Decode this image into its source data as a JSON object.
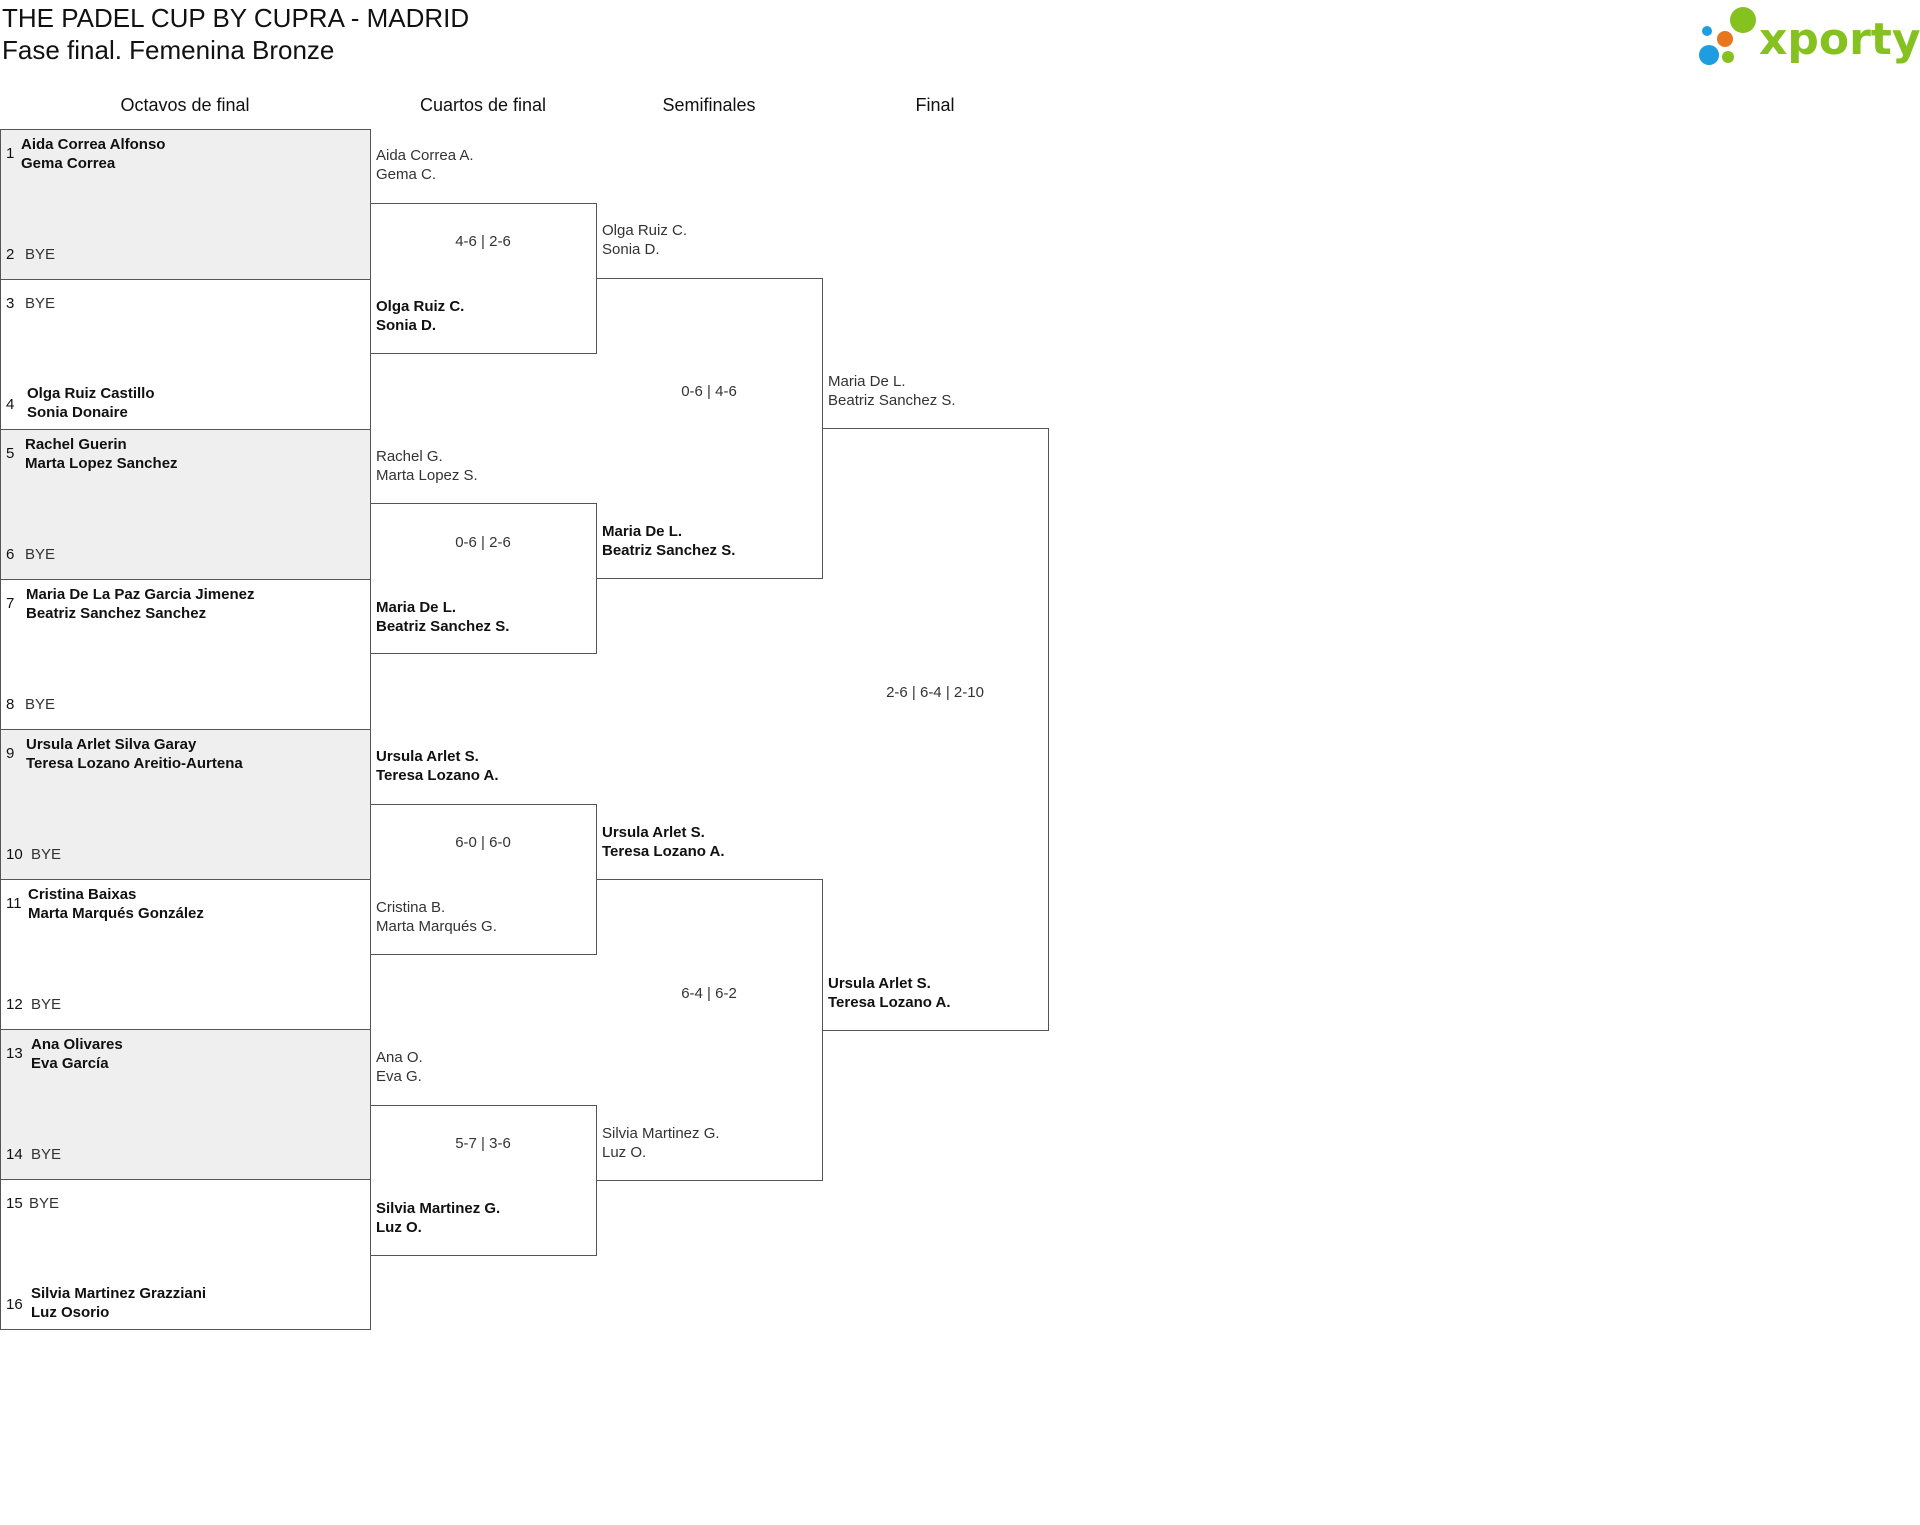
{
  "header": {
    "title": "THE PADEL CUP BY CUPRA - MADRID",
    "subtitle": "Fase final. Femenina Bronze",
    "logo_text": "xporty",
    "logo_colors": [
      "#85c11f",
      "#e8761e",
      "#1e9ee0"
    ]
  },
  "rounds": [
    "Octavos de final",
    "Cuartos de final",
    "Semifinales",
    "Final"
  ],
  "r16": [
    {
      "seed_top": "1",
      "top": [
        "Aida Correa Alfonso",
        "Gema Correa"
      ],
      "seed_bottom": "2",
      "bottom": [
        "BYE"
      ]
    },
    {
      "seed_top": "3",
      "top": [
        "BYE"
      ],
      "seed_bottom": "4",
      "bottom": [
        "Olga Ruiz Castillo",
        "Sonia Donaire"
      ]
    },
    {
      "seed_top": "5",
      "top": [
        "Rachel Guerin",
        "Marta Lopez Sanchez"
      ],
      "seed_bottom": "6",
      "bottom": [
        "BYE"
      ]
    },
    {
      "seed_top": "7",
      "top": [
        "Maria De La Paz Garcia Jimenez",
        "Beatriz Sanchez Sanchez"
      ],
      "seed_bottom": "8",
      "bottom": [
        "BYE"
      ]
    },
    {
      "seed_top": "9",
      "top": [
        "Ursula Arlet Silva Garay",
        "Teresa Lozano Areitio-Aurtena"
      ],
      "seed_bottom": "10",
      "bottom": [
        "BYE"
      ]
    },
    {
      "seed_top": "11",
      "top": [
        "Cristina Baixas",
        "Marta Marqués González"
      ],
      "seed_bottom": "12",
      "bottom": [
        "BYE"
      ]
    },
    {
      "seed_top": "13",
      "top": [
        "Ana Olivares",
        "Eva García"
      ],
      "seed_bottom": "14",
      "bottom": [
        "BYE"
      ]
    },
    {
      "seed_top": "15",
      "top": [
        "BYE"
      ],
      "seed_bottom": "16",
      "bottom": [
        "Silvia Martinez Grazziani",
        "Luz Osorio"
      ]
    }
  ],
  "qf": [
    {
      "top": [
        "Aida Correa A.",
        "Gema C."
      ],
      "score": "4-6 | 2-6",
      "bottom": [
        "Olga Ruiz C.",
        "Sonia D."
      ],
      "winner": "bottom"
    },
    {
      "top": [
        "Rachel G.",
        "Marta Lopez S."
      ],
      "score": "0-6 | 2-6",
      "bottom": [
        "Maria De L.",
        "Beatriz Sanchez S."
      ],
      "winner": "bottom"
    },
    {
      "top": [
        "Ursula Arlet S.",
        "Teresa Lozano A."
      ],
      "score": "6-0 | 6-0",
      "bottom": [
        "Cristina B.",
        "Marta Marqués G."
      ],
      "winner": "top"
    },
    {
      "top": [
        "Ana O.",
        "Eva G."
      ],
      "score": "5-7 | 3-6",
      "bottom": [
        "Silvia Martinez G.",
        "Luz O."
      ],
      "winner": "bottom"
    }
  ],
  "sf": [
    {
      "top": [
        "Olga Ruiz C.",
        "Sonia D."
      ],
      "score": "0-6 | 4-6",
      "bottom": [
        "Maria De L.",
        "Beatriz Sanchez S."
      ],
      "winner": "bottom"
    },
    {
      "top": [
        "Ursula Arlet S.",
        "Teresa Lozano A."
      ],
      "score": "6-4 | 6-2",
      "bottom": [
        "Silvia Martinez G.",
        "Luz O."
      ],
      "winner": "top"
    }
  ],
  "final": [
    {
      "top": [
        "Maria De L.",
        "Beatriz Sanchez S."
      ],
      "score": "2-6 | 6-4 | 2-10",
      "bottom": [
        "Ursula Arlet S.",
        "Teresa Lozano A."
      ],
      "winner": "bottom"
    }
  ]
}
